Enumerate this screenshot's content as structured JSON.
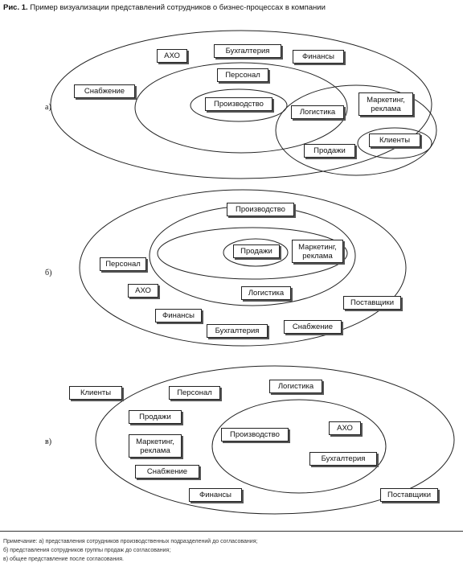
{
  "figure": {
    "label": "Рис. 1.",
    "title": "Пример визуализации представлений сотрудников о бизнес-процессах в компании"
  },
  "panels": [
    {
      "label": "а)",
      "boxes": {
        "axo": "АХО",
        "buhgalteria": "Бухгалтерия",
        "finansy": "Финансы",
        "snabzhenie": "Снабжение",
        "personal": "Персонал",
        "proizvodstvo": "Производство",
        "logistika": "Логистика",
        "marketing": "Маркетинг,\nреклама",
        "prodazhi": "Продажи",
        "klienty": "Клиенты"
      }
    },
    {
      "label": "б)",
      "boxes": {
        "proizvodstvo": "Производство",
        "prodazhi": "Продажи",
        "marketing": "Маркетинг,\nреклама",
        "personal": "Персонал",
        "axo": "АХО",
        "logistika": "Логистика",
        "postavshiki": "Поставщики",
        "finansy": "Финансы",
        "buhgalteria": "Бухгалтерия",
        "snabzhenie": "Снабжение"
      }
    },
    {
      "label": "в)",
      "boxes": {
        "klienty": "Клиенты",
        "personal": "Персонал",
        "logistika": "Логистика",
        "prodazhi": "Продажи",
        "marketing": "Маркетинг,\nреклама",
        "proizvodstvo": "Производство",
        "axo": "АХО",
        "snabzhenie": "Снабжение",
        "buhgalteria": "Бухгалтерия",
        "finansy": "Финансы",
        "postavshiki": "Поставщики"
      }
    }
  ],
  "notes": [
    "Примечание: а) представления сотрудников производственных подразделений до согласования;",
    "б) представления сотрудников группы продаж до согласования;",
    "в) общее представление после согласования."
  ]
}
